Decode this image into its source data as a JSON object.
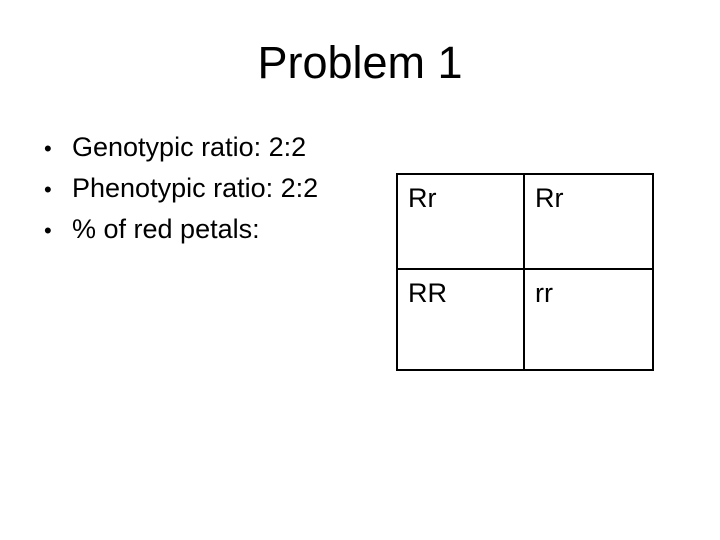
{
  "slide": {
    "title": "Problem 1",
    "bullet_glyph": "•",
    "bullets": [
      {
        "label": "Genotypic ratio: 2:2"
      },
      {
        "label": "Phenotypic ratio: 2:2"
      },
      {
        "label": "% of red petals:"
      }
    ],
    "punnett_square": {
      "rows": [
        {
          "cells": [
            "Rr",
            "Rr"
          ]
        },
        {
          "cells": [
            "RR",
            "rr"
          ]
        }
      ]
    },
    "colors": {
      "background": "#ffffff",
      "text": "#000000",
      "table_border": "#000000"
    }
  }
}
